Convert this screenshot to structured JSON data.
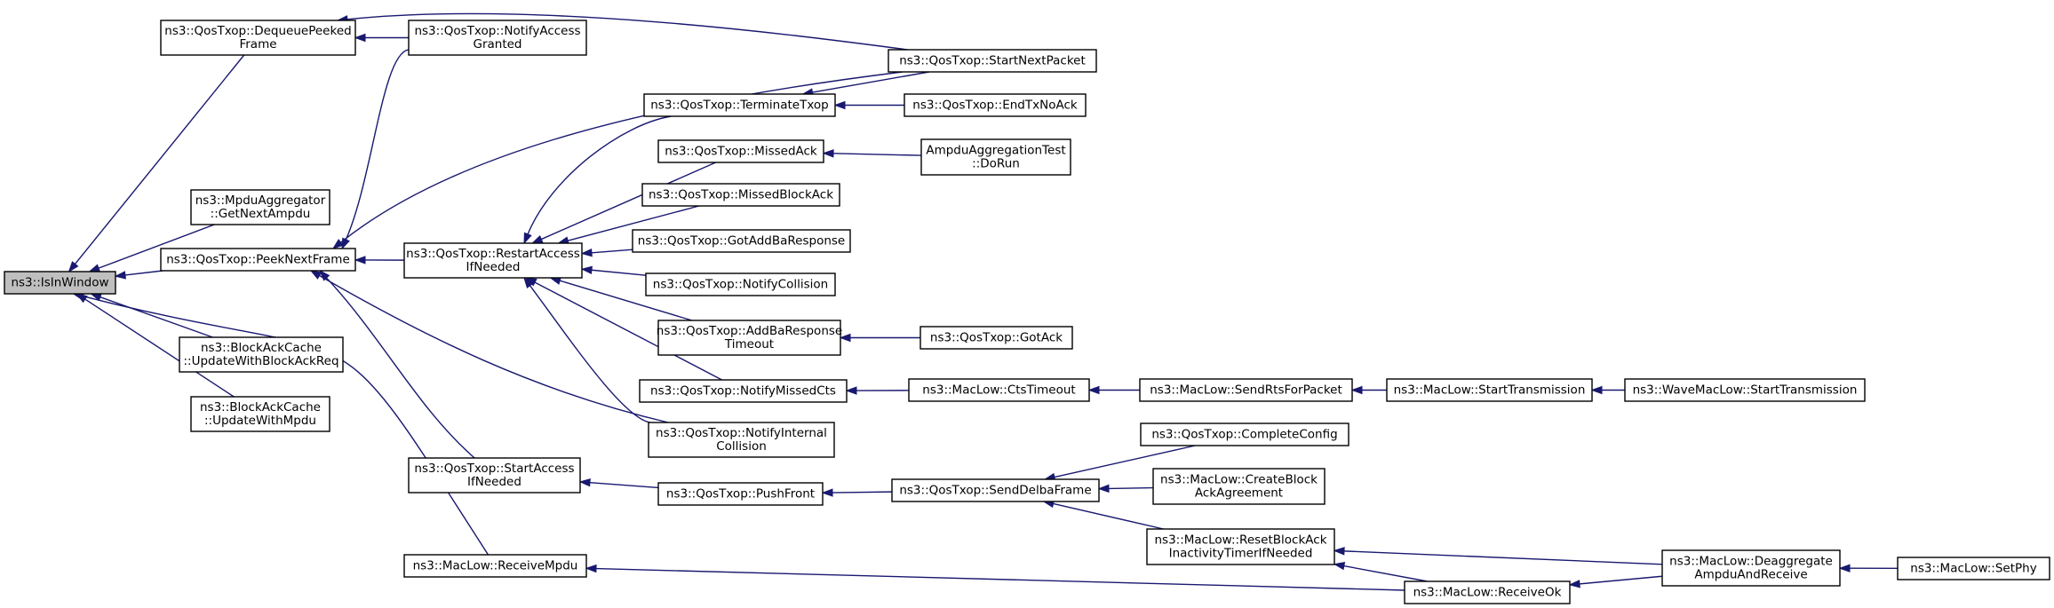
{
  "graph": {
    "nodes": [
      {
        "id": "isinwindow",
        "lines": [
          "ns3::IsInWindow"
        ],
        "root": true
      },
      {
        "id": "dequeuepeeked",
        "lines": [
          "ns3::QosTxop::DequeuePeeked",
          "Frame"
        ]
      },
      {
        "id": "mpduaggregator",
        "lines": [
          "ns3::MpduAggregator",
          "::GetNextAmpdu"
        ]
      },
      {
        "id": "peeknextframe",
        "lines": [
          "ns3::QosTxop::PeekNextFrame"
        ]
      },
      {
        "id": "blockackcache_req",
        "lines": [
          "ns3::BlockAckCache",
          "::UpdateWithBlockAckReq"
        ]
      },
      {
        "id": "blockackcache_mpdu",
        "lines": [
          "ns3::BlockAckCache",
          "::UpdateWithMpdu"
        ]
      },
      {
        "id": "notifyaccessgranted",
        "lines": [
          "ns3::QosTxop::NotifyAccess",
          "Granted"
        ]
      },
      {
        "id": "restartaccess",
        "lines": [
          "ns3::QosTxop::RestartAccess",
          "IfNeeded"
        ]
      },
      {
        "id": "startaccess",
        "lines": [
          "ns3::QosTxop::StartAccess",
          "IfNeeded"
        ]
      },
      {
        "id": "receivempdu",
        "lines": [
          "ns3::MacLow::ReceiveMpdu"
        ]
      },
      {
        "id": "terminatetxop",
        "lines": [
          "ns3::QosTxop::TerminateTxop"
        ]
      },
      {
        "id": "missedack",
        "lines": [
          "ns3::QosTxop::MissedAck"
        ]
      },
      {
        "id": "missedblockack",
        "lines": [
          "ns3::QosTxop::MissedBlockAck"
        ]
      },
      {
        "id": "gotaddbaresponse",
        "lines": [
          "ns3::QosTxop::GotAddBaResponse"
        ]
      },
      {
        "id": "notifycollision",
        "lines": [
          "ns3::QosTxop::NotifyCollision"
        ]
      },
      {
        "id": "addbaresponsetimeout",
        "lines": [
          "ns3::QosTxop::AddBaResponse",
          "Timeout"
        ]
      },
      {
        "id": "notifymissedcts",
        "lines": [
          "ns3::QosTxop::NotifyMissedCts"
        ]
      },
      {
        "id": "notifyinternalcollision",
        "lines": [
          "ns3::QosTxop::NotifyInternal",
          "Collision"
        ]
      },
      {
        "id": "pushfront",
        "lines": [
          "ns3::QosTxop::PushFront"
        ]
      },
      {
        "id": "startnextpacket",
        "lines": [
          "ns3::QosTxop::StartNextPacket"
        ]
      },
      {
        "id": "endtxnoack",
        "lines": [
          "ns3::QosTxop::EndTxNoAck"
        ]
      },
      {
        "id": "ampdudorun",
        "lines": [
          "AmpduAggregationTest",
          "::DoRun"
        ]
      },
      {
        "id": "gotack",
        "lines": [
          "ns3::QosTxop::GotAck"
        ]
      },
      {
        "id": "ctstimeout",
        "lines": [
          "ns3::MacLow::CtsTimeout"
        ]
      },
      {
        "id": "senddelbaframe",
        "lines": [
          "ns3::QosTxop::SendDelbaFrame"
        ]
      },
      {
        "id": "sendrtsforpacket",
        "lines": [
          "ns3::MacLow::SendRtsForPacket"
        ]
      },
      {
        "id": "completeconfig",
        "lines": [
          "ns3::QosTxop::CompleteConfig"
        ]
      },
      {
        "id": "createblockack",
        "lines": [
          "ns3::MacLow::CreateBlock",
          "AckAgreement"
        ]
      },
      {
        "id": "resetblockack",
        "lines": [
          "ns3::MacLow::ResetBlockAck",
          "InactivityTimerIfNeeded"
        ]
      },
      {
        "id": "receiveok",
        "lines": [
          "ns3::MacLow::ReceiveOk"
        ]
      },
      {
        "id": "starttransmission",
        "lines": [
          "ns3::MacLow::StartTransmission"
        ]
      },
      {
        "id": "wavestarttransmission",
        "lines": [
          "ns3::WaveMacLow::StartTransmission"
        ]
      },
      {
        "id": "deaggregate",
        "lines": [
          "ns3::MacLow::Deaggregate",
          "AmpduAndReceive"
        ]
      },
      {
        "id": "setphy",
        "lines": [
          "ns3::MacLow::SetPhy"
        ]
      }
    ],
    "edges": [
      {
        "from": "dequeuepeeked",
        "to": "isinwindow"
      },
      {
        "from": "mpduaggregator",
        "to": "isinwindow"
      },
      {
        "from": "peeknextframe",
        "to": "isinwindow"
      },
      {
        "from": "blockackcache_req",
        "to": "isinwindow"
      },
      {
        "from": "blockackcache_mpdu",
        "to": "isinwindow"
      },
      {
        "from": "receivempdu",
        "to": "isinwindow"
      },
      {
        "from": "notifyaccessgranted",
        "to": "dequeuepeeked"
      },
      {
        "from": "startnextpacket",
        "to": "dequeuepeeked"
      },
      {
        "from": "restartaccess",
        "to": "peeknextframe"
      },
      {
        "from": "notifyaccessgranted",
        "to": "peeknextframe"
      },
      {
        "from": "startnextpacket",
        "to": "peeknextframe"
      },
      {
        "from": "startaccess",
        "to": "peeknextframe"
      },
      {
        "from": "notifyinternalcollision",
        "to": "peeknextframe"
      },
      {
        "from": "terminatetxop",
        "to": "restartaccess"
      },
      {
        "from": "missedack",
        "to": "restartaccess"
      },
      {
        "from": "missedblockack",
        "to": "restartaccess"
      },
      {
        "from": "gotaddbaresponse",
        "to": "restartaccess"
      },
      {
        "from": "notifycollision",
        "to": "restartaccess"
      },
      {
        "from": "addbaresponsetimeout",
        "to": "restartaccess"
      },
      {
        "from": "notifymissedcts",
        "to": "restartaccess"
      },
      {
        "from": "notifyinternalcollision",
        "to": "restartaccess"
      },
      {
        "from": "startnextpacket",
        "to": "terminatetxop"
      },
      {
        "from": "endtxnoack",
        "to": "terminatetxop"
      },
      {
        "from": "ampdudorun",
        "to": "missedack"
      },
      {
        "from": "gotack",
        "to": "addbaresponsetimeout"
      },
      {
        "from": "ctstimeout",
        "to": "notifymissedcts"
      },
      {
        "from": "sendrtsforpacket",
        "to": "ctstimeout"
      },
      {
        "from": "starttransmission",
        "to": "sendrtsforpacket"
      },
      {
        "from": "wavestarttransmission",
        "to": "starttransmission"
      },
      {
        "from": "pushfront",
        "to": "startaccess"
      },
      {
        "from": "senddelbaframe",
        "to": "pushfront"
      },
      {
        "from": "completeconfig",
        "to": "senddelbaframe"
      },
      {
        "from": "createblockack",
        "to": "senddelbaframe"
      },
      {
        "from": "resetblockack",
        "to": "senddelbaframe"
      },
      {
        "from": "deaggregate",
        "to": "resetblockack"
      },
      {
        "from": "receiveok",
        "to": "resetblockack"
      },
      {
        "from": "receiveok",
        "to": "receivempdu"
      },
      {
        "from": "deaggregate",
        "to": "receiveok"
      },
      {
        "from": "setphy",
        "to": "deaggregate"
      }
    ]
  },
  "colors": {
    "edge": "#191970",
    "root_fill": "#bfbfbf",
    "node_fill": "#ffffff",
    "node_stroke": "#000000"
  }
}
